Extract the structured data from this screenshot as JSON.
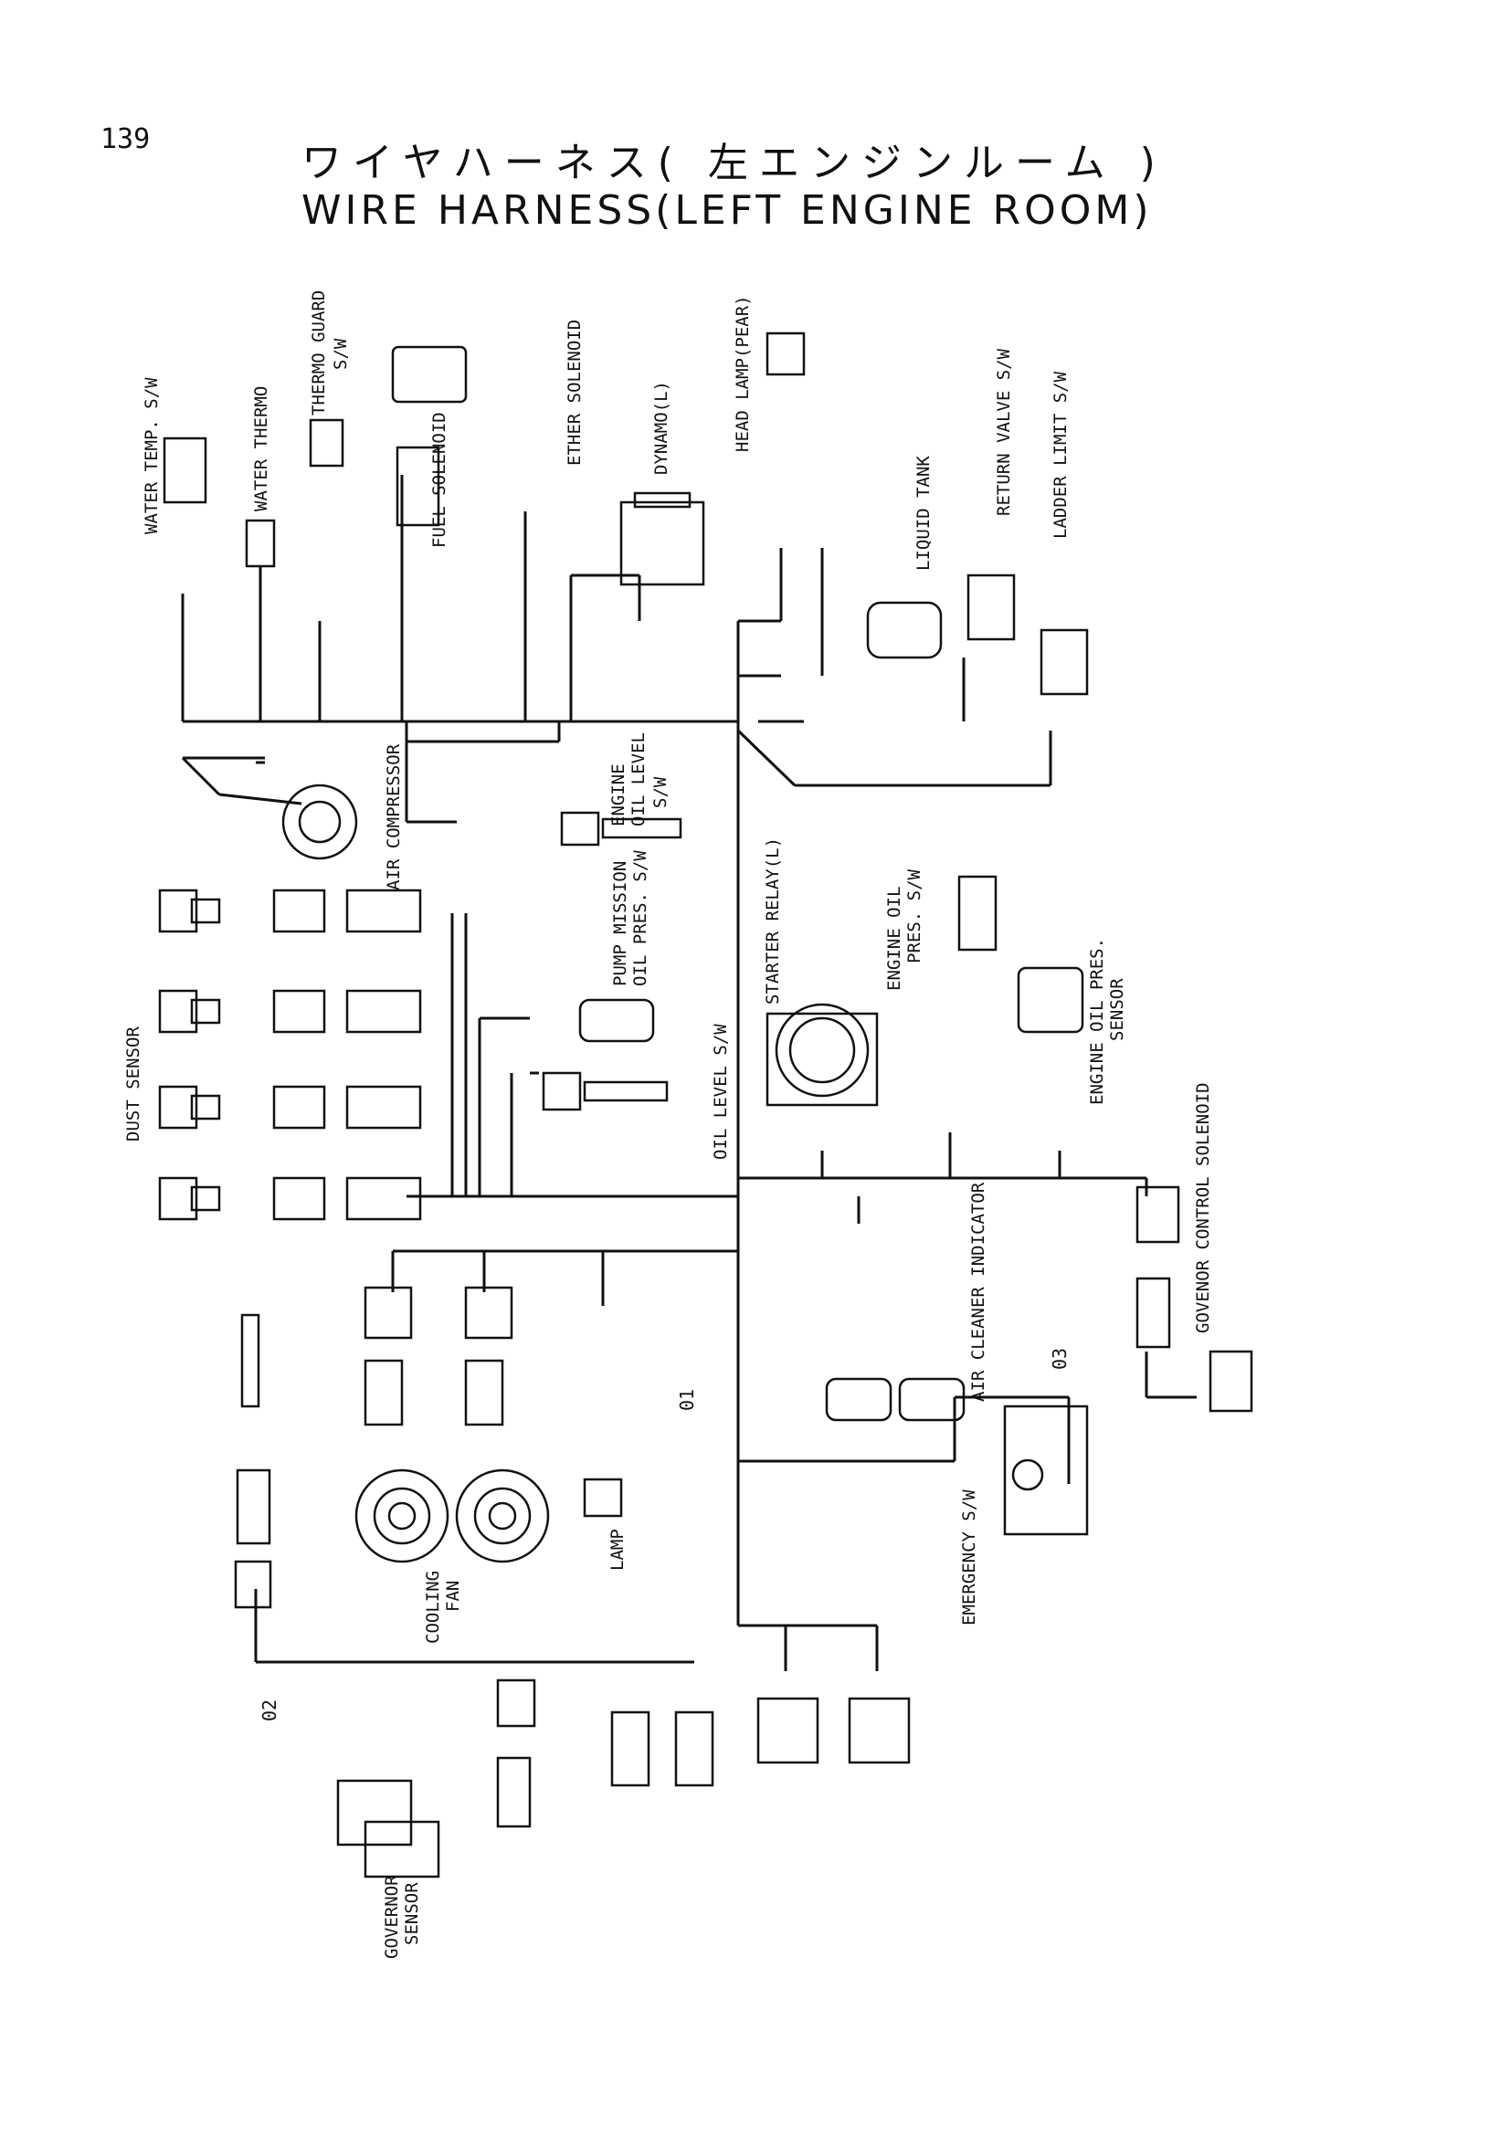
{
  "page_number": "139",
  "title_jp": "ワイヤハーネス(  左エンジンルーム  )",
  "title_en": "WIRE HARNESS(LEFT  ENGINE ROOM)",
  "harness_numbers": {
    "h01": "01",
    "h02": "02",
    "h03": "03"
  },
  "labels": {
    "water_temp_sw": "WATER TEMP. S/W",
    "water_thermo": "WATER THERMO",
    "thermo_guard_sw_1": "THERMO GUARD",
    "thermo_guard_sw_2": "S/W",
    "fuel_solenoid": "FUEL SOLENOID",
    "ether_solenoid": "ETHER SOLENOID",
    "dynamo": "DYNAMO(L)",
    "head_lamp": "HEAD LAMP(PEAR)",
    "liquid_tank": "LIQUID TANK",
    "return_valve_sw": "RETURN VALVE S/W",
    "ladder_limit_sw": "LADDER LIMIT S/W",
    "air_compressor": "AIR COMPRESSOR",
    "engine_oil_level_sw_1": "ENGINE",
    "engine_oil_level_sw_2": "OIL LEVEL",
    "engine_oil_level_sw_3": "S/W",
    "pump_mission_1": "PUMP MISSION",
    "pump_mission_2": "OIL PRES. S/W",
    "starter_relay": "STARTER RELAY(L)",
    "engine_oil_pres_sw_1": "ENGINE OIL",
    "engine_oil_pres_sw_2": "PRES. S/W",
    "engine_oil_pres_sensor_1": "ENGINE OIL PRES.",
    "engine_oil_pres_sensor_2": "SENSOR",
    "dust_sensor": "DUST SENSOR",
    "oil_level_sw": "OIL LEVEL S/W",
    "governor_control_solenoid": "GOVENOR CONTROL SOLENOID",
    "air_cleaner_indicator": "AIR CLEANER INDICATOR",
    "cooling_fan_1": "COOLING",
    "cooling_fan_2": "FAN",
    "lamp": "LAMP",
    "emergency_sw": "EMERGENCY S/W",
    "governor_sensor_1": "GOVERNOR",
    "governor_sensor_2": "SENSOR"
  },
  "colors": {
    "ink": "#111111",
    "paper": "#ffffff"
  }
}
